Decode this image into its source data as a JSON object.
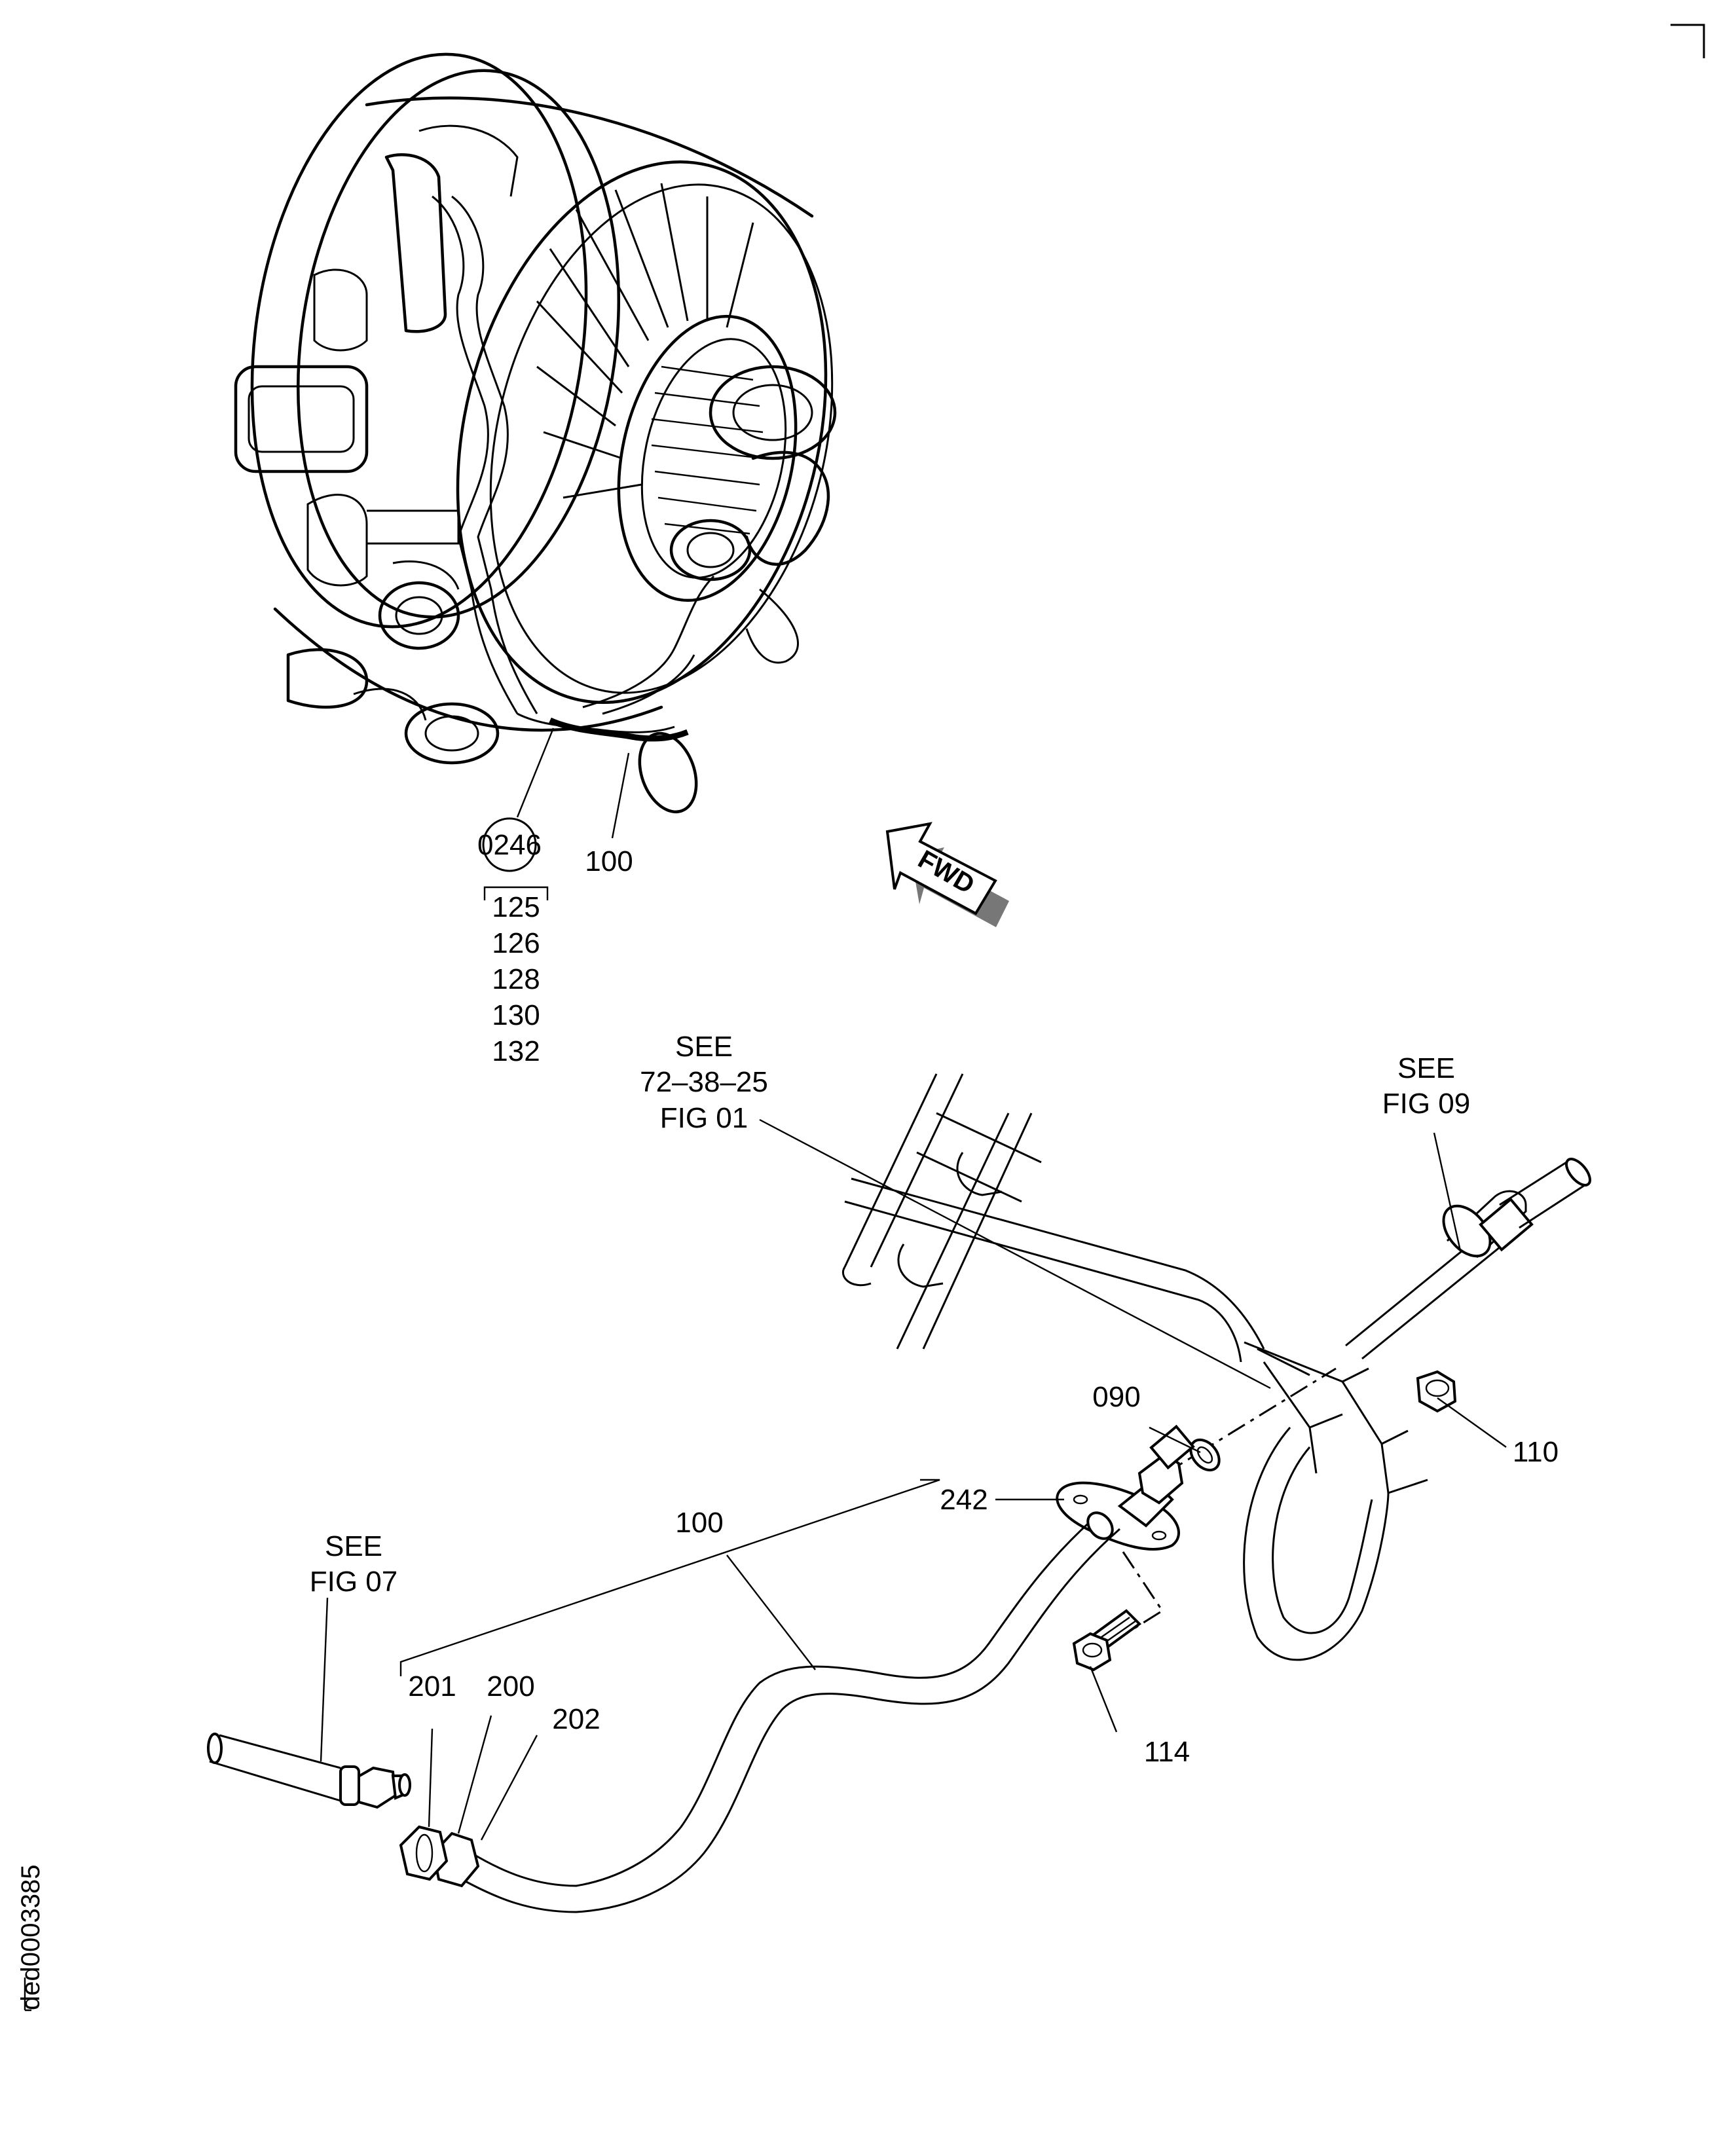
{
  "figure": {
    "image_id": "ded0003385"
  },
  "top_callouts": {
    "circle_ref": "0246",
    "tube_ref": "100",
    "bracket_items": [
      "125",
      "126",
      "128",
      "130",
      "132"
    ]
  },
  "direction_arrow": {
    "label": "FWD"
  },
  "references": {
    "ref_72": [
      "SEE",
      "72–38–25",
      "FIG 01"
    ],
    "ref_fig09": [
      "SEE",
      "FIG 09"
    ],
    "ref_fig07": [
      "SEE",
      "FIG 07"
    ]
  },
  "part_callouts": {
    "p090": "090",
    "p110": "110",
    "p242": "242",
    "p100": "100",
    "p114": "114",
    "p201": "201",
    "p200": "200",
    "p202": "202"
  }
}
